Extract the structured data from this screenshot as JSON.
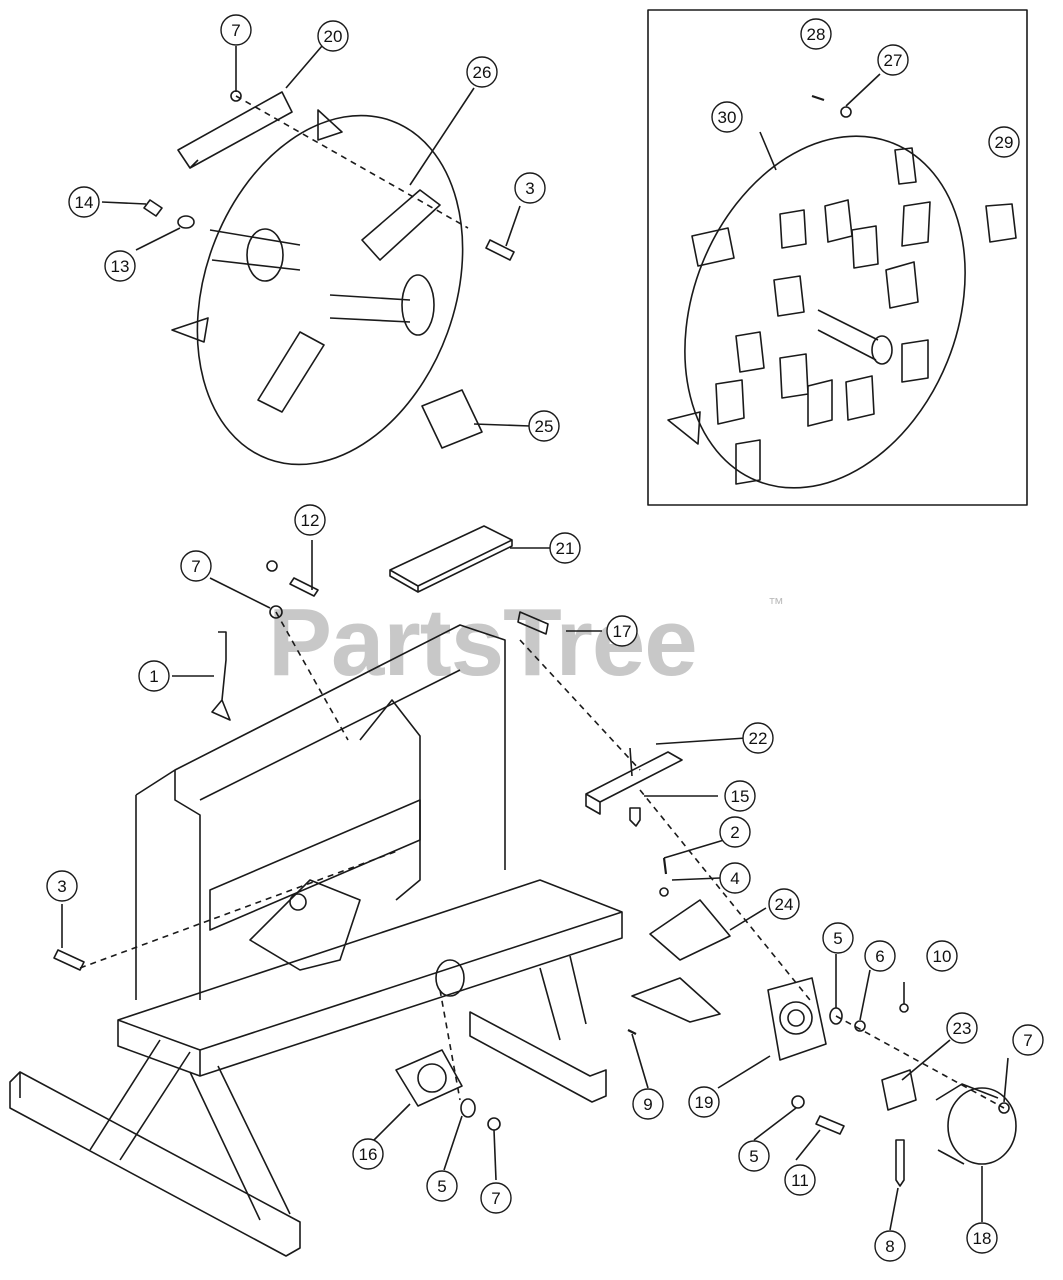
{
  "watermark": {
    "brand": "PartsTree",
    "trademark": "™"
  },
  "callouts": [
    {
      "label": "7"
    },
    {
      "label": "20"
    },
    {
      "label": "26"
    },
    {
      "label": "14"
    },
    {
      "label": "13"
    },
    {
      "label": "3"
    },
    {
      "label": "25"
    },
    {
      "label": "28"
    },
    {
      "label": "27"
    },
    {
      "label": "30"
    },
    {
      "label": "29"
    },
    {
      "label": "12"
    },
    {
      "label": "21"
    },
    {
      "label": "7"
    },
    {
      "label": "17"
    },
    {
      "label": "1"
    },
    {
      "label": "22"
    },
    {
      "label": "15"
    },
    {
      "label": "2"
    },
    {
      "label": "4"
    },
    {
      "label": "3"
    },
    {
      "label": "24"
    },
    {
      "label": "5"
    },
    {
      "label": "6"
    },
    {
      "label": "10"
    },
    {
      "label": "23"
    },
    {
      "label": "7"
    },
    {
      "label": "9"
    },
    {
      "label": "19"
    },
    {
      "label": "16"
    },
    {
      "label": "5"
    },
    {
      "label": "7"
    },
    {
      "label": "5"
    },
    {
      "label": "11"
    },
    {
      "label": "8"
    },
    {
      "label": "18"
    }
  ]
}
